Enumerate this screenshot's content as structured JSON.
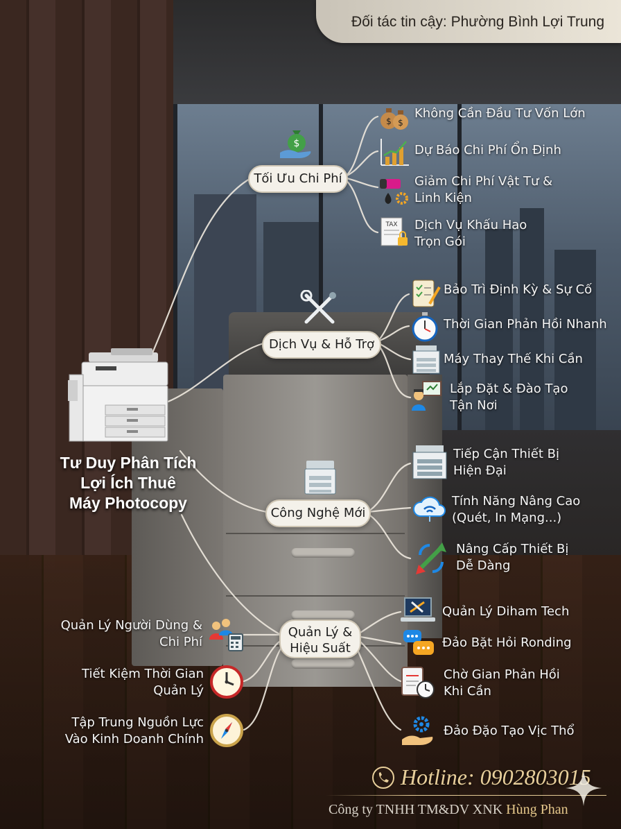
{
  "header": {
    "partner": "Đối tác tin cậy: Phường Bình Lợi Trung"
  },
  "center": {
    "title_lines": [
      "Tư Duy Phân Tích",
      "Lợi Ích Thuê",
      "Máy Photocopy"
    ]
  },
  "hubs": {
    "cost": {
      "lines": [
        "Tối Ưu Chi Phí"
      ]
    },
    "service": {
      "lines": [
        "Dịch Vụ & Hỗ Trợ"
      ]
    },
    "tech": {
      "lines": [
        "Công Nghệ Mới"
      ]
    },
    "manage": {
      "lines": [
        "Quản Lý &",
        "Hiệu Suất"
      ]
    }
  },
  "leaves": {
    "cost": [
      {
        "lines": [
          "Không Cần Đầu Tư Vốn Lớn"
        ],
        "icon": "money-bags-icon"
      },
      {
        "lines": [
          "Dự Báo Chi Phí Ổn Định"
        ],
        "icon": "bar-chart-icon"
      },
      {
        "lines": [
          "Giảm Chi Phí Vật Tư &",
          "Linh Kiện"
        ],
        "icon": "toner-gear-icon"
      },
      {
        "lines": [
          "Dịch Vụ Khấu Hao",
          "Trọn Gói"
        ],
        "icon": "tax-document-lock-icon"
      }
    ],
    "service": [
      {
        "lines": [
          "Bảo Trì Định Kỳ & Sự Cố"
        ],
        "icon": "checklist-pen-icon"
      },
      {
        "lines": [
          "Thời Gian Phản Hồi Nhanh"
        ],
        "icon": "stopwatch-icon"
      },
      {
        "lines": [
          "Máy Thay Thế Khi Cần"
        ],
        "icon": "copier-icon"
      },
      {
        "lines": [
          "Lắp Đặt & Đào Tạo",
          "Tận Nơi"
        ],
        "icon": "trainer-board-icon"
      }
    ],
    "tech": [
      {
        "lines": [
          "Tiếp Cận Thiết Bị",
          "Hiện Đại"
        ],
        "icon": "modern-copier-icon"
      },
      {
        "lines": [
          "Tính Năng Nâng Cao",
          "(Quét, In Mạng...)"
        ],
        "icon": "cloud-wifi-icon"
      },
      {
        "lines": [
          "Nâng Cấp Thiết Bị",
          "Dễ Dàng"
        ],
        "icon": "upgrade-arrows-icon"
      }
    ],
    "manage_right": [
      {
        "lines": [
          "Quản Lý Diham Tech"
        ],
        "icon": "laptop-tools-icon"
      },
      {
        "lines": [
          "Đảo Bặt Hỏi Ronding"
        ],
        "icon": "chat-bubbles-icon"
      },
      {
        "lines": [
          "Chờ Gian Phản Hồi",
          "Khi Cần"
        ],
        "icon": "clipboard-clock-icon"
      },
      {
        "lines": [
          "Đảo Đặo Tạo Vịc Thổ"
        ],
        "icon": "hand-gear-icon"
      }
    ],
    "manage_left": [
      {
        "lines": [
          "Quản Lý Người Dùng &",
          "Chi Phí"
        ],
        "icon": "users-calculator-icon"
      },
      {
        "lines": [
          "Tiết Kiệm Thời Gian",
          "Quản Lý"
        ],
        "icon": "clock-icon"
      },
      {
        "lines": [
          "Tập Trung Nguồn Lực",
          "Vào Kinh Doanh Chính"
        ],
        "icon": "compass-icon"
      }
    ]
  },
  "hub_icons": {
    "cost": "money-bag-hand-icon",
    "service": "wrench-screwdriver-icon",
    "tech": "copier-icon"
  },
  "footer": {
    "hotline": "Hotline: 0902803015",
    "company_prefix": "Công ty TNHH TM&DV XNK",
    "company_brand": "Hùng Phan"
  }
}
